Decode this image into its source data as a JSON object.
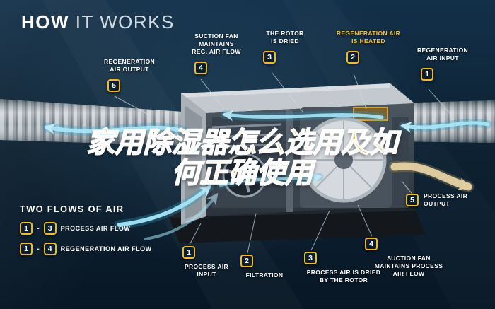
{
  "title": {
    "part1": "HOW",
    "part2": "IT WORKS"
  },
  "watermark": {
    "line1": "家用除湿器怎么选用及如",
    "line2": "何正确使用"
  },
  "legend": {
    "heading": "TWO FLOWS OF AIR",
    "items": [
      {
        "start": "1",
        "separator": "-",
        "end": "3",
        "label": "PROCESS AIR FLOW"
      },
      {
        "start": "1",
        "separator": "-",
        "end": "4",
        "label": "REGENERATION AIR FLOW"
      }
    ]
  },
  "regeneration_callouts": [
    {
      "num": "5",
      "label": "REGENERATION\nAIR OUTPUT"
    },
    {
      "num": "4",
      "label": "SUCTION FAN\nMAINTAINS\nREG. AIR FLOW"
    },
    {
      "num": "3",
      "label": "THE ROTOR\nIS DRIED"
    },
    {
      "num": "2",
      "label": "REGENERATION AIR\nIS HEATED"
    },
    {
      "num": "1",
      "label": "REGENERATION\nAIR INPUT"
    }
  ],
  "process_callouts": [
    {
      "num": "1",
      "label": "PROCESS AIR\nINPUT"
    },
    {
      "num": "2",
      "label": "FILTRATION"
    },
    {
      "num": "3",
      "label": "PROCESS AIR IS DRIED\nBY THE ROTOR"
    },
    {
      "num": "4",
      "label": "SUCTION FAN\nMAINTAINS PROCESS\nAIR FLOW"
    },
    {
      "num": "5",
      "label": "PROCESS AIR\nOUTPUT"
    }
  ],
  "colors": {
    "background": "#0d2233",
    "badge_border": "#ecba2e",
    "label_text": "#ffffff",
    "highlight_text": "#f2c335",
    "flow_cyan": "#a6e6f9",
    "flow_tan": "#e6d2a4"
  }
}
